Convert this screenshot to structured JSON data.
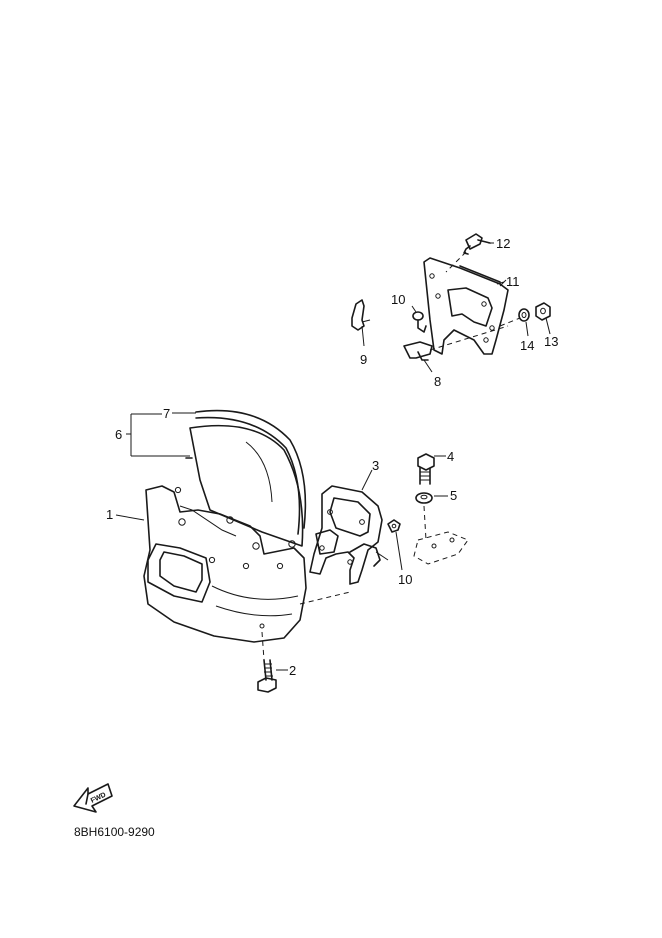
{
  "diagram": {
    "callouts": {
      "p1": "1",
      "p2": "2",
      "p3": "3",
      "p4": "4",
      "p5": "5",
      "p6": "6",
      "p7": "7",
      "p8": "8",
      "p9": "9",
      "p10a": "10",
      "p10b": "10",
      "p11": "11",
      "p12": "12",
      "p13": "13",
      "p14": "14"
    },
    "fwd_text": "FWD",
    "drawing_code": "8BH6100-9290"
  },
  "icons": {
    "direction": "fwd-arrow-icon"
  }
}
